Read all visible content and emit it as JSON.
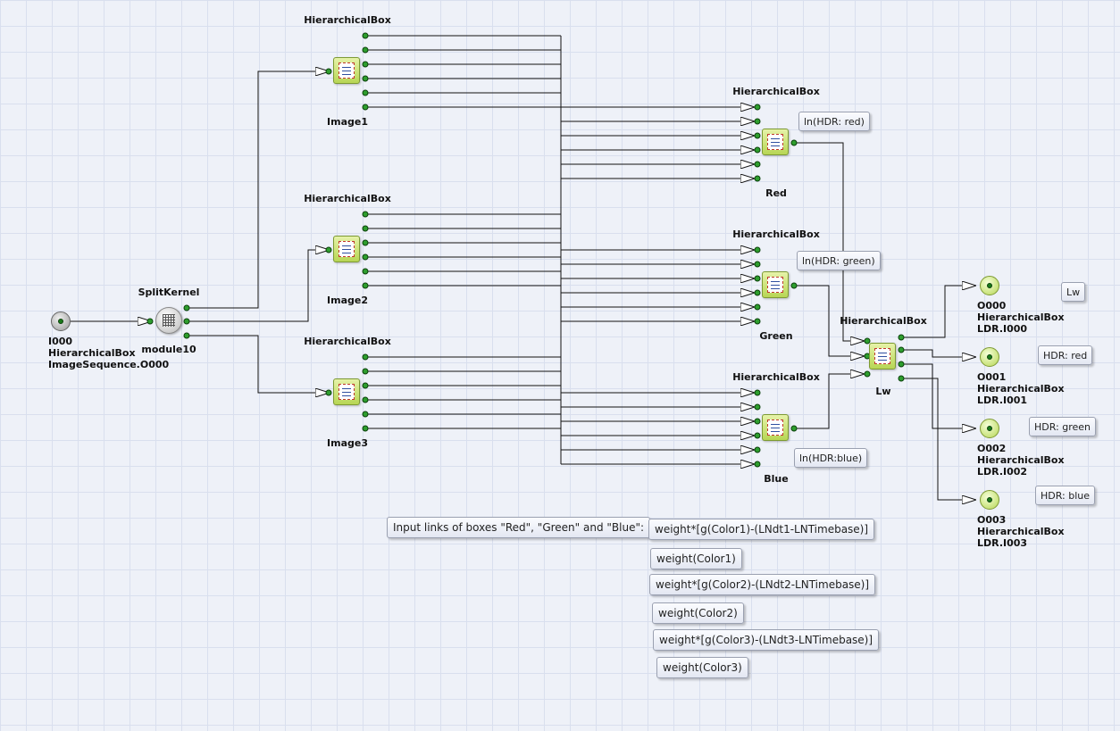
{
  "nodes": {
    "input_terminal": {
      "lines": [
        "I000",
        "HierarchicalBox",
        "ImageSequence.O000"
      ]
    },
    "split_kernel": {
      "type_label": "SplitKernel",
      "name": "module10"
    },
    "image1": {
      "type_label": "HierarchicalBox",
      "name": "Image1"
    },
    "image2": {
      "type_label": "HierarchicalBox",
      "name": "Image2"
    },
    "image3": {
      "type_label": "HierarchicalBox",
      "name": "Image3"
    },
    "red": {
      "type_label": "HierarchicalBox",
      "name": "Red"
    },
    "green": {
      "type_label": "HierarchicalBox",
      "name": "Green"
    },
    "blue": {
      "type_label": "HierarchicalBox",
      "name": "Blue"
    },
    "lw": {
      "type_label": "HierarchicalBox",
      "name": "Lw"
    },
    "outputs": [
      {
        "lines": [
          "O000",
          "HierarchicalBox",
          "LDR.I000"
        ]
      },
      {
        "lines": [
          "O001",
          "HierarchicalBox",
          "LDR.I001"
        ]
      },
      {
        "lines": [
          "O002",
          "HierarchicalBox",
          "LDR.I002"
        ]
      },
      {
        "lines": [
          "O003",
          "HierarchicalBox",
          "LDR.I003"
        ]
      }
    ]
  },
  "notes": {
    "ln_red": "ln(HDR: red)",
    "ln_green": "ln(HDR: green)",
    "ln_blue": "ln(HDR:blue)",
    "lw": "Lw",
    "hdr_red": "HDR: red",
    "hdr_green": "HDR: green",
    "hdr_blue": "HDR: blue",
    "input_links": "Input links of boxes \"Red\", \"Green\" and \"Blue\":",
    "formulas": [
      "weight*[g(Color1)-(LNdt1-LNTimebase)]",
      "weight(Color1)",
      "weight*[g(Color2)-(LNdt2-LNTimebase)]",
      "weight(Color2)",
      "weight*[g(Color3)-(LNdt3-LNTimebase)]",
      "weight(Color3)"
    ]
  },
  "colors": {
    "wire": "#111111",
    "port": "#2e9e2e",
    "box_fill": "#c8e27a",
    "background": "#eef1f8"
  }
}
